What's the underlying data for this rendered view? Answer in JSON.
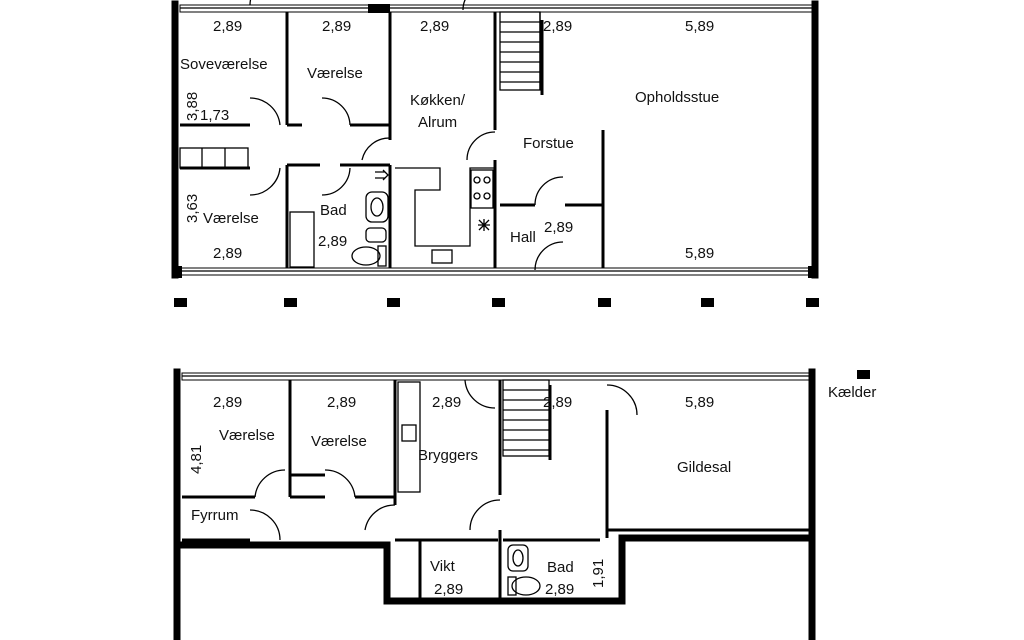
{
  "floors": {
    "ground": {
      "rooms": {
        "sovevaerelse": "Soveværelse",
        "vaerelse_1": "Værelse",
        "koekken_line1": "Køkken/",
        "koekken_line2": "Alrum",
        "opholdsstue": "Opholdsstue",
        "forstue": "Forstue",
        "vaerelse_2": "Værelse",
        "bad": "Bad",
        "hall": "Hall"
      },
      "dimensions": {
        "top_1": "2,89",
        "top_2": "2,89",
        "top_3": "2,89",
        "top_4": "2,89",
        "top_5": "5,89",
        "closet_w": "1,73",
        "sove_h": "3,88",
        "vaer2_h": "3,63",
        "bottom_1": "2,89",
        "bad_w": "2,89",
        "hall_w": "2,89",
        "bottom_5": "5,89"
      }
    },
    "basement": {
      "label": "Kælder",
      "rooms": {
        "vaerelse_1": "Værelse",
        "vaerelse_2": "Værelse",
        "bryggers": "Bryggers",
        "gildesal": "Gildesal",
        "fyrrum": "Fyrrum",
        "vikt": "Vikt",
        "bad": "Bad"
      },
      "dimensions": {
        "top_1": "2,89",
        "top_2": "2,89",
        "top_3": "2,89",
        "top_4": "2,89",
        "top_5": "5,89",
        "vaer_h": "4,81",
        "vikt_w": "2,89",
        "bad_w": "2,89",
        "bad_h": "1,91"
      }
    }
  },
  "colors": {
    "wall": "#000000",
    "background": "#ffffff"
  }
}
